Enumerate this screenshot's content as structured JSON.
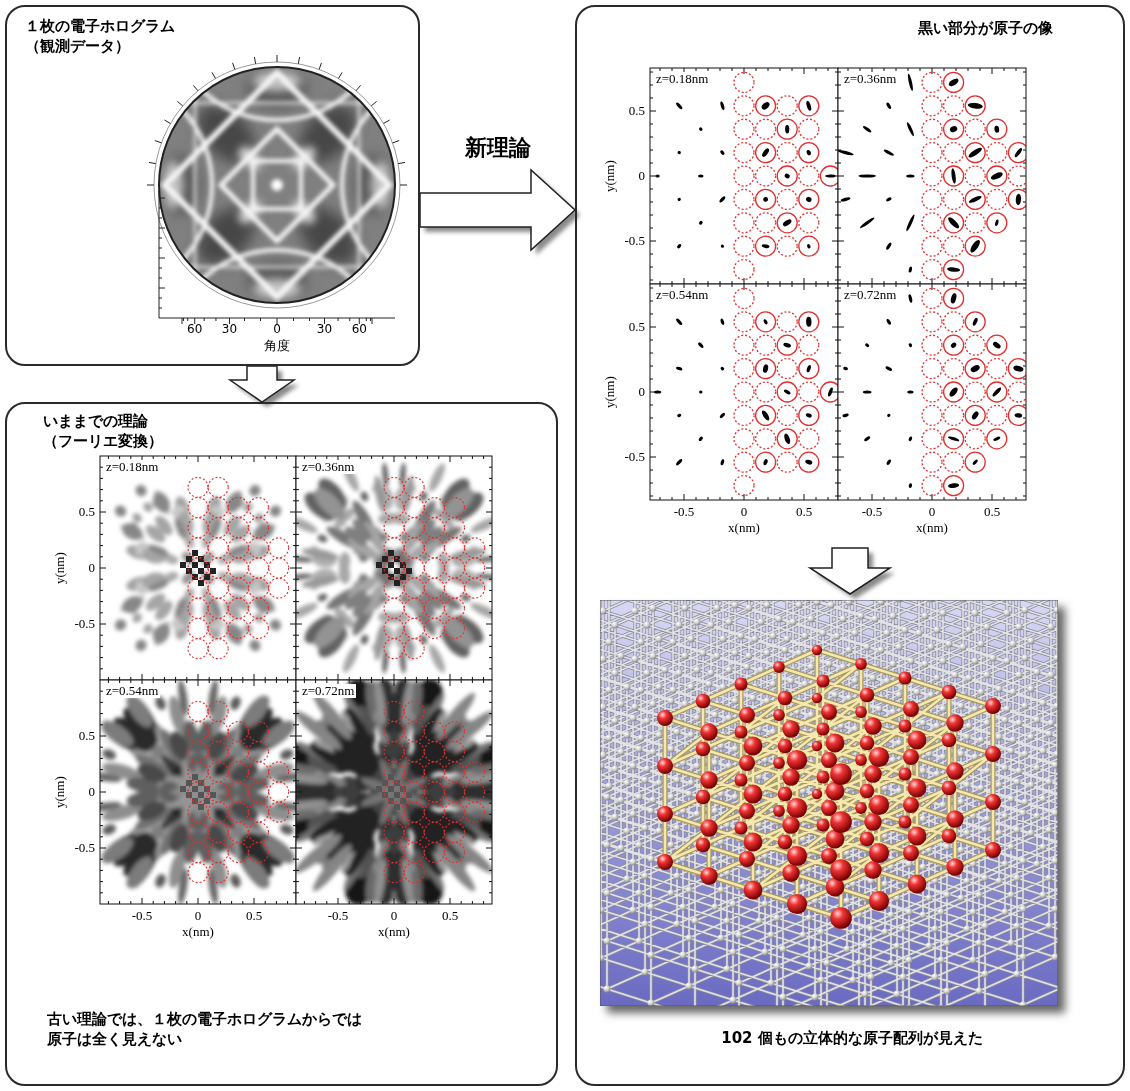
{
  "diagram": {
    "nodes": [
      {
        "text": [
          "１枚の電子ホログラム （観測データ）"
        ]
      },
      {
        "text": [
          "いままでの理論 （フーリエ変換）",
          "古い理論では、１枚の電子ホログラムからでは 原子は全く見えない"
        ]
      },
      {
        "text": [
          "黒い部分が原子の像",
          "102 個もの立体的な原子配列が見えた"
        ]
      }
    ],
    "edges": [
      {
        "from": 0,
        "to": 2,
        "arrow": "to",
        "label": "新理論"
      },
      {
        "from": 0,
        "to": 1,
        "arrow": "to"
      }
    ],
    "labels": [
      "60",
      "30",
      "0",
      "30",
      "60",
      "角度",
      "z=0.18nm",
      "0.5",
      "0",
      "-0.5",
      "y(nm)",
      "z=0.36nm",
      "z=0.54nm",
      "0.5",
      "0",
      "-0.5",
      "y(nm)",
      "-0.5",
      "0",
      "0.5",
      "x(nm)",
      "z=0.72nm",
      "-0.5",
      "0",
      "0.5",
      "x(nm)",
      "z=0.18nm",
      "0.5",
      "0",
      "-0.5",
      "y(nm)",
      "z=0.36nm",
      "z=0.54nm",
      "0.5",
      "0",
      "-0.5",
      "y(nm)",
      "-0.5",
      "0",
      "0.5",
      "x(nm)",
      "z=0.72nm",
      "-0.5",
      "0",
      "0.5",
      "x(nm)"
    ]
  }
}
